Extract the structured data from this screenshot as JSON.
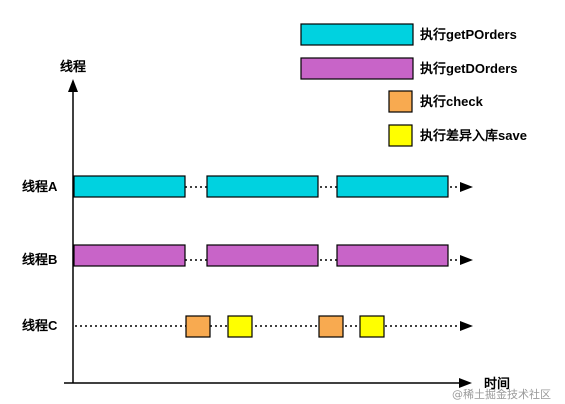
{
  "axes": {
    "y_label": "线程",
    "x_label": "时间"
  },
  "legend": [
    {
      "label": "执行getPOrders",
      "color": "#00D2E0"
    },
    {
      "label": "执行getDOrders",
      "color": "#C864C8"
    },
    {
      "label": "执行check",
      "color": "#F8AA50"
    },
    {
      "label": "执行差异入库save",
      "color": "#FFFF00"
    }
  ],
  "threads": [
    {
      "label": "线程A",
      "task_color": "#00D2E0"
    },
    {
      "label": "线程B",
      "task_color": "#C864C8"
    },
    {
      "label": "线程C",
      "task_colors": [
        "#F8AA50",
        "#FFFF00"
      ]
    }
  ],
  "watermark": "@稀土掘金技术社区",
  "colors": {
    "stroke": "#000000",
    "axis": "#000000"
  }
}
